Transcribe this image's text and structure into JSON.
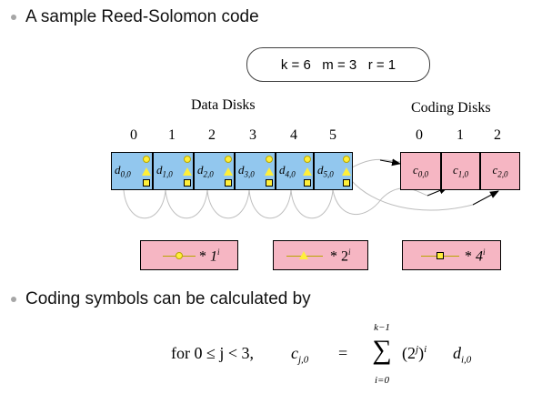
{
  "bullets": {
    "first": "A sample Reed-Solomon code",
    "second": "Coding symbols can be calculated by"
  },
  "params": "k = 6   m = 3   r = 1",
  "diagram": {
    "data_label": "Data Disks",
    "coding_label": "Coding Disks",
    "data_indices": [
      "0",
      "1",
      "2",
      "3",
      "4",
      "5"
    ],
    "coding_indices": [
      "0",
      "1",
      "2"
    ],
    "data_disks": [
      {
        "base": "d",
        "sub": "0,0"
      },
      {
        "base": "d",
        "sub": "1,0"
      },
      {
        "base": "d",
        "sub": "2,0"
      },
      {
        "base": "d",
        "sub": "3,0"
      },
      {
        "base": "d",
        "sub": "4,0"
      },
      {
        "base": "d",
        "sub": "5,0"
      }
    ],
    "coding_disks": [
      {
        "base": "c",
        "sub": "0,0"
      },
      {
        "base": "c",
        "sub": "1,0"
      },
      {
        "base": "c",
        "sub": "2,0"
      }
    ],
    "legend": [
      {
        "marker": "circle",
        "coef": "1",
        "exp": "i"
      },
      {
        "marker": "triangle",
        "coef": "2",
        "exp": "i"
      },
      {
        "marker": "square",
        "coef": "4",
        "exp": "i"
      }
    ],
    "colors": {
      "data_disk": "#92c7ee",
      "coding_disk": "#f6b6c3",
      "marker": "#ffef3a"
    }
  },
  "formula": {
    "condition": "for 0 ≤ j < 3,",
    "lhs_base": "c",
    "lhs_sub": "j,0",
    "equals": "=",
    "sum_upper": "k−1",
    "sum_lower": "i=0",
    "sum_symbol": "∑",
    "term": "(2",
    "term_exp_inner": "j",
    "term_close": ")",
    "term_exp_outer": "i",
    "tail_base": "d",
    "tail_sub": "i,0"
  }
}
